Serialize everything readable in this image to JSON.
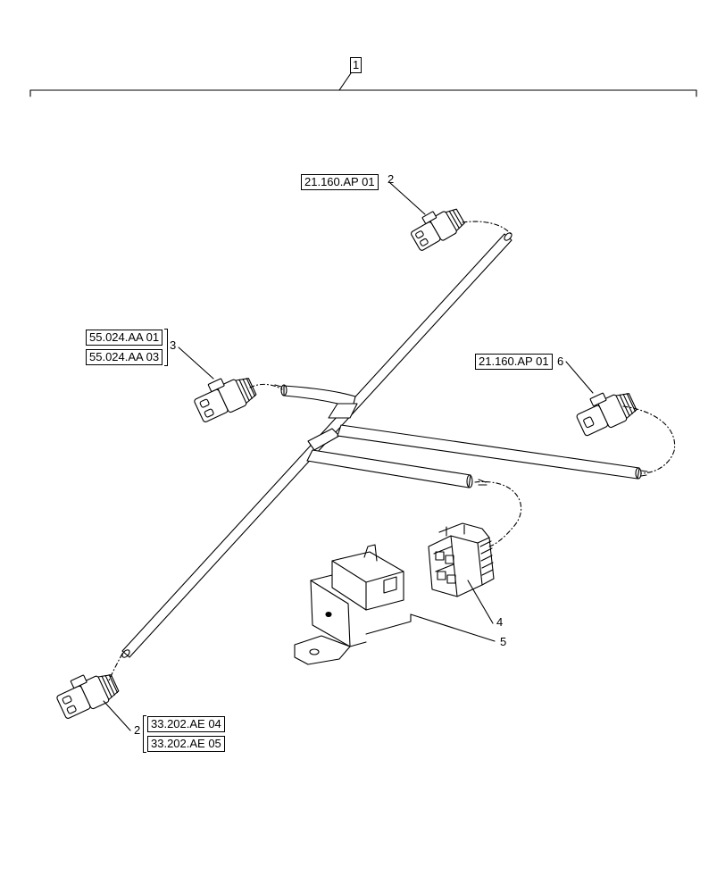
{
  "assembly": {
    "item": "1"
  },
  "callouts": {
    "c2_top": "2",
    "c3": "3",
    "c6": "6",
    "c4": "4",
    "c5": "5",
    "c2_bottom": "2"
  },
  "references": {
    "top_right": "21.160.AP 01",
    "left_a": "55.024.AA 01",
    "left_b": "55.024.AA 03",
    "right": "21.160.AP 01",
    "bottom_a": "33.202.AE 04",
    "bottom_b": "33.202.AE 05"
  }
}
